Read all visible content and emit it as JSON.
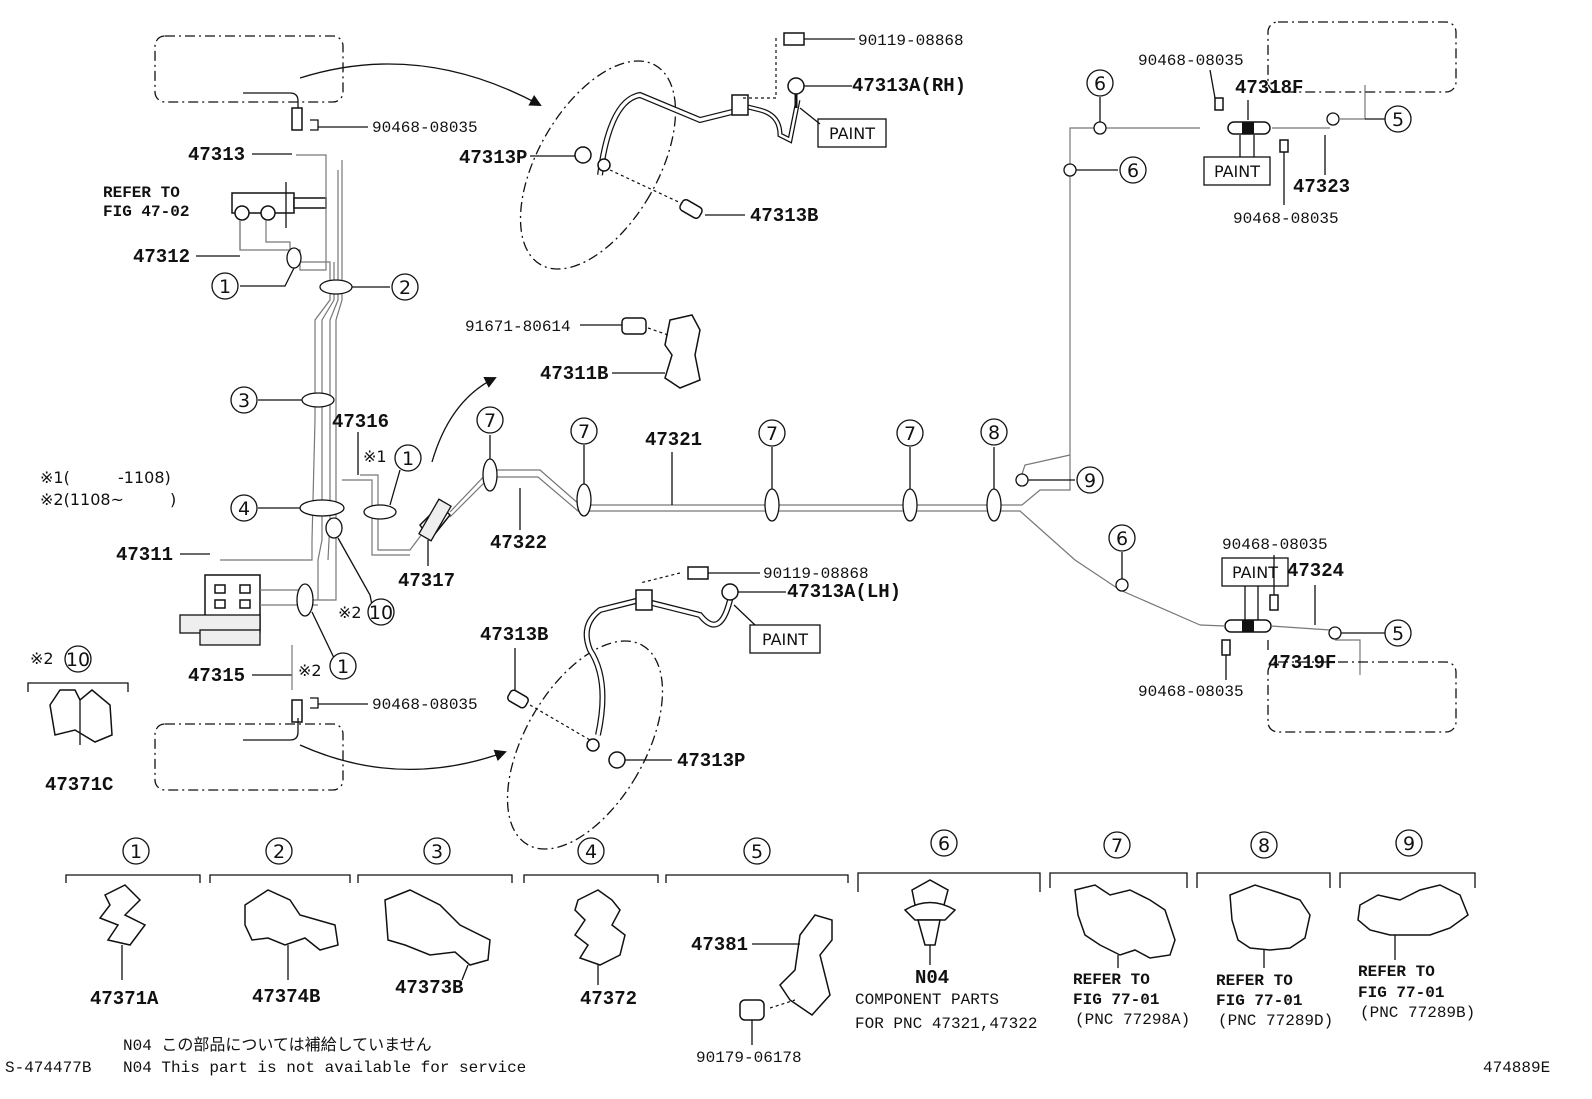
{
  "refer_fig": "REFER TO\nFIG 47-02",
  "paint": "PAINT",
  "legend": {
    "l1": "※1(  -1108)",
    "l2": "※2(1108~  )"
  },
  "marks": {
    "x1": "※1",
    "x2": "※2"
  },
  "labels": {
    "p47313": "47313",
    "p47312": "47312",
    "p47311": "47311",
    "p47315": "47315",
    "p47316": "47316",
    "p47317": "47317",
    "p47322": "47322",
    "p47321": "47321",
    "p47311B": "47311B",
    "p91671": "91671-80614",
    "p90119_top": "90119-08868",
    "p47313A_RH": "47313A(RH)",
    "p47313P_top": "47313P",
    "p47313B_top": "47313B",
    "p90119_bot": "90119-08868",
    "p47313A_LH": "47313A(LH)",
    "p47313B_bot": "47313B",
    "p47313P_bot": "47313P",
    "p90468_a": "90468-08035",
    "p90468_b": "90468-08035",
    "p90468_tr1": "90468-08035",
    "p90468_tr2": "90468-08035",
    "p90468_br1": "90468-08035",
    "p90468_br2": "90468-08035",
    "p47318F": "47318F",
    "p47323": "47323",
    "p47324": "47324",
    "p47319F": "47319F",
    "p47371C": "47371C"
  },
  "bottom_parts": [
    {
      "num": "1",
      "label": "47371A"
    },
    {
      "num": "2",
      "label": "47374B"
    },
    {
      "num": "3",
      "label": "47373B"
    },
    {
      "num": "4",
      "label": "47372"
    },
    {
      "num": "5",
      "label": "47381",
      "label2": "90179-06178"
    },
    {
      "num": "6",
      "label": "N04",
      "note1": "COMPONENT PARTS",
      "note2": "FOR PNC 47321,47322"
    },
    {
      "num": "7",
      "ref1": "REFER TO",
      "ref2": "FIG 77-01",
      "ref3": "(PNC 77298A)"
    },
    {
      "num": "8",
      "ref1": "REFER TO",
      "ref2": "FIG 77-01",
      "ref3": "(PNC 77289D)"
    },
    {
      "num": "9",
      "ref1": "REFER TO",
      "ref2": "FIG 77-01",
      "ref3": "(PNC 77289B)"
    }
  ],
  "footer": {
    "note_jp": "N04 この部品については補給していません",
    "note_en": "N04 This part is not available for service",
    "code_left": "S-474477B",
    "code_right": "474889E"
  }
}
